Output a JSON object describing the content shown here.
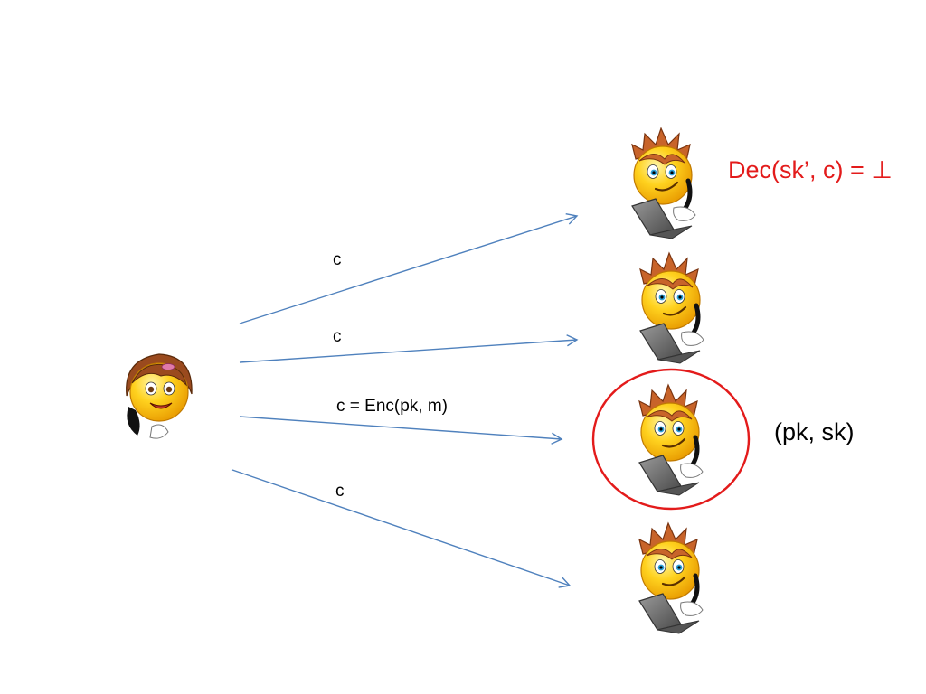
{
  "arrows": [
    {
      "label": "c"
    },
    {
      "label": "c"
    },
    {
      "label": "c = Enc(pk, m)"
    },
    {
      "label": "c"
    }
  ],
  "receivers": [
    {
      "label": "Dec(sk’, c) = ⊥",
      "highlighted": false
    },
    {
      "label": "",
      "highlighted": false
    },
    {
      "label": "(pk, sk)",
      "highlighted": true
    },
    {
      "label": "",
      "highlighted": false
    }
  ],
  "colors": {
    "arrow": "#4f81bd",
    "highlight_circle": "#e31b1b",
    "failure_text": "#e31b1b",
    "face": "#ffd21f",
    "hair_boy": "#c8642a",
    "hair_girl": "#9a4a1e",
    "laptop": "#6b6b6b"
  },
  "icons": {
    "sender": "girl-emoticon-icon",
    "receiver": "boy-laptop-emoticon-icon"
  }
}
